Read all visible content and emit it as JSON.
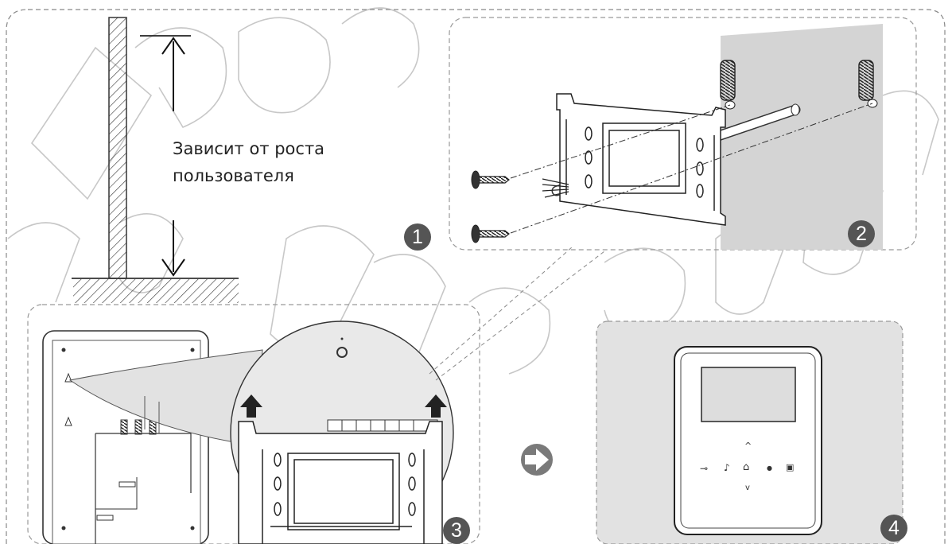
{
  "height_note": {
    "line1": "Зависит от роста",
    "line2": "пользователя"
  },
  "steps": [
    {
      "number": "1"
    },
    {
      "number": "2"
    },
    {
      "number": "3"
    },
    {
      "number": "4"
    }
  ],
  "monitor_buttons": {
    "up": "^",
    "key": "⊸",
    "note": "♪",
    "home": "⌂",
    "dot": "●",
    "image": "▣",
    "down": "v"
  },
  "colors": {
    "line": "#333333",
    "wall_gray": "#d4d4d4",
    "panel_gray": "#e2e2e2",
    "badge": "#555555",
    "watermark": "#9a9a9a"
  }
}
